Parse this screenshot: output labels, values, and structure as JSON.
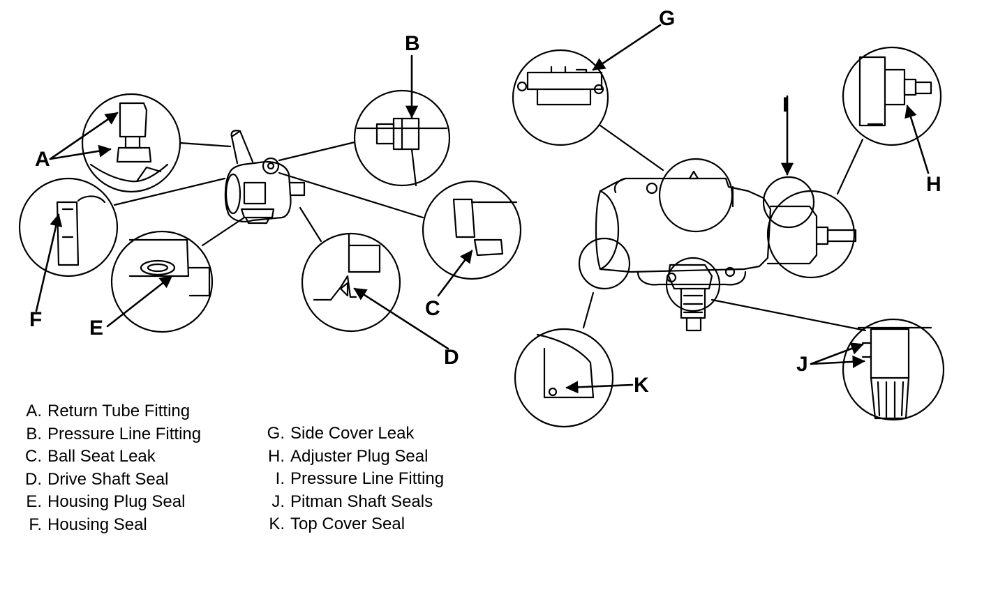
{
  "callouts": {
    "A": "A",
    "B": "B",
    "C": "C",
    "D": "D",
    "E": "E",
    "F": "F",
    "G": "G",
    "H": "H",
    "I": "I",
    "J": "J",
    "K": "K"
  },
  "legend_left": [
    {
      "key": "A.",
      "text": "Return Tube Fitting"
    },
    {
      "key": "B.",
      "text": "Pressure Line Fitting"
    },
    {
      "key": "C.",
      "text": "Ball Seat Leak"
    },
    {
      "key": "D.",
      "text": "Drive Shaft Seal"
    },
    {
      "key": "E.",
      "text": "Housing Plug Seal"
    },
    {
      "key": "F.",
      "text": "Housing Seal"
    }
  ],
  "legend_right": [
    {
      "key": "G.",
      "text": "Side Cover Leak"
    },
    {
      "key": "H.",
      "text": "Adjuster Plug Seal"
    },
    {
      "key": "I.",
      "text": "Pressure Line Fitting"
    },
    {
      "key": "J.",
      "text": "Pitman Shaft Seals"
    },
    {
      "key": "K.",
      "text": "Top Cover Seal"
    }
  ],
  "colors": {
    "line": "#000000",
    "background": "#ffffff"
  }
}
